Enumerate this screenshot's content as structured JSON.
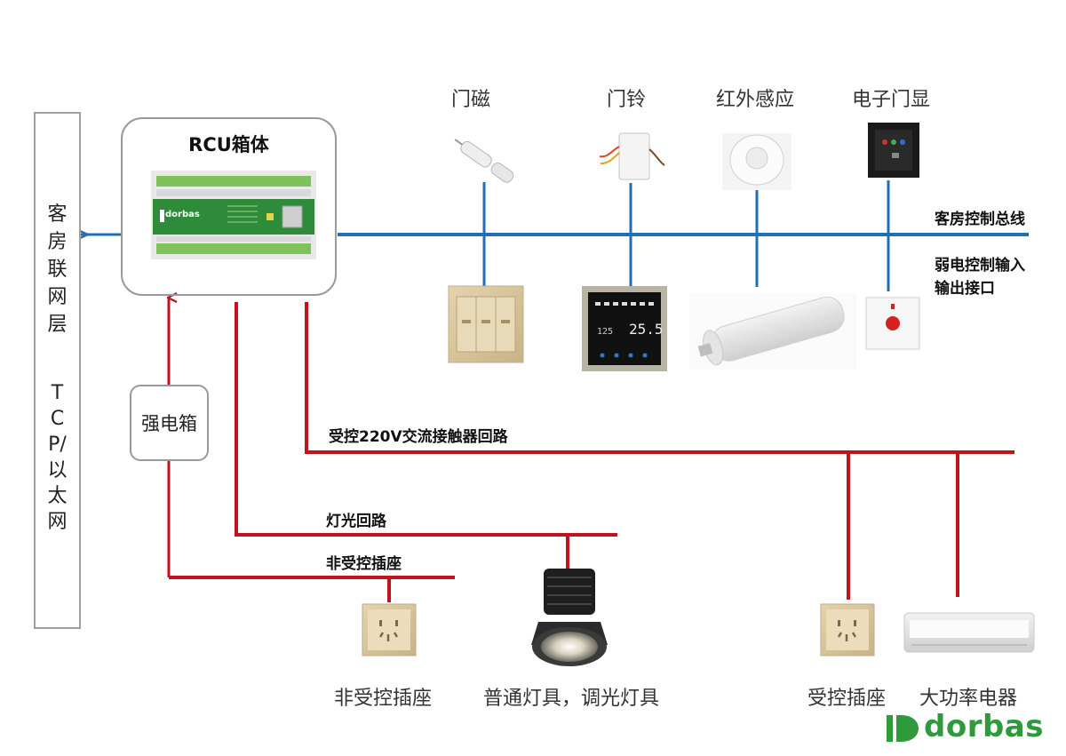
{
  "network_layer": {
    "title_chars": [
      "客",
      "房",
      "联",
      "网",
      "层"
    ],
    "protocol_chars": [
      "T",
      "C",
      "P/",
      "以",
      "太",
      "网"
    ]
  },
  "rcu": {
    "title": "RCU箱体",
    "brand": "dorbas"
  },
  "power_box": {
    "label": "强电箱"
  },
  "top_devices": [
    "门磁",
    "门铃",
    "红外感应",
    "电子门显"
  ],
  "bus_labels": {
    "control_bus": "客房控制总线",
    "weak_io_line1": "弱电控制输入",
    "weak_io_line2": "输出接口"
  },
  "circuits": {
    "contactor": "受控220V交流接触器回路",
    "lighting": "灯光回路",
    "uncontrolled_socket": "非受控插座"
  },
  "bottom_devices": [
    "非受控插座",
    "普通灯具，调光灯具",
    "受控插座",
    "大功率电器"
  ],
  "logo": {
    "text": "dorbas"
  },
  "colors": {
    "bus_blue": "#1f6fb5",
    "circuit_red": "#c0141c",
    "brand_green": "#2e9a3c"
  }
}
